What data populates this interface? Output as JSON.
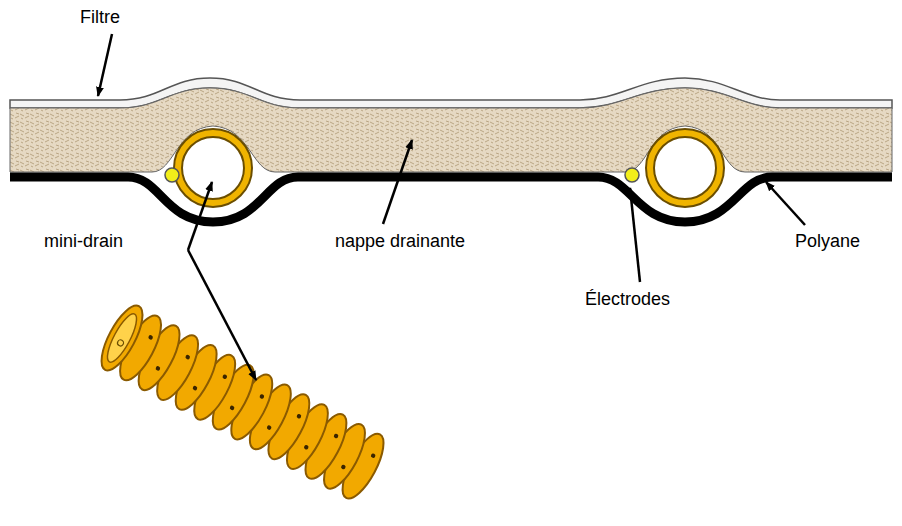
{
  "diagram": {
    "labels": [
      "Filtre",
      "mini-drain",
      "nappe drainante",
      "Polyane",
      "Électrodes"
    ]
  }
}
